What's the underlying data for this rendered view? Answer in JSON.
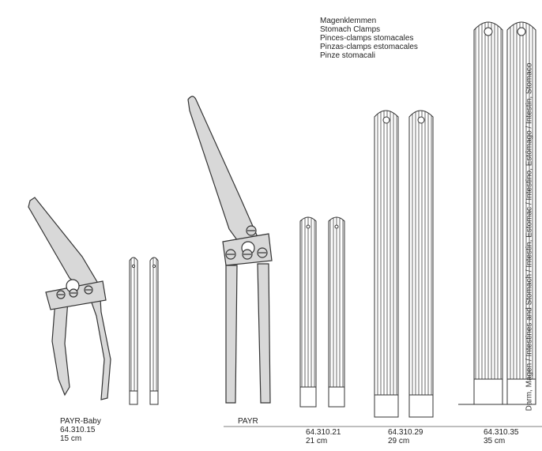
{
  "heading": {
    "lines": [
      "Magenklemmen",
      "Stomach Clamps",
      "Pinces-clamps stomacales",
      "Pinzas-clamps estomacales",
      "Pinze stomacali"
    ]
  },
  "side_text": "Darm, Magen / Intestines and Stomach / Intestin, Estomac / Intestino, Estómago / Intestin, Stomaco",
  "products": [
    {
      "name": "PAYR-Baby",
      "code": "64.310.15",
      "size": "15 cm"
    },
    {
      "name": "PAYR",
      "code": "64.310.21",
      "size": "21 cm"
    },
    {
      "code": "64.310.29",
      "size": "29 cm"
    },
    {
      "code": "64.310.35",
      "size": "35 cm"
    }
  ]
}
